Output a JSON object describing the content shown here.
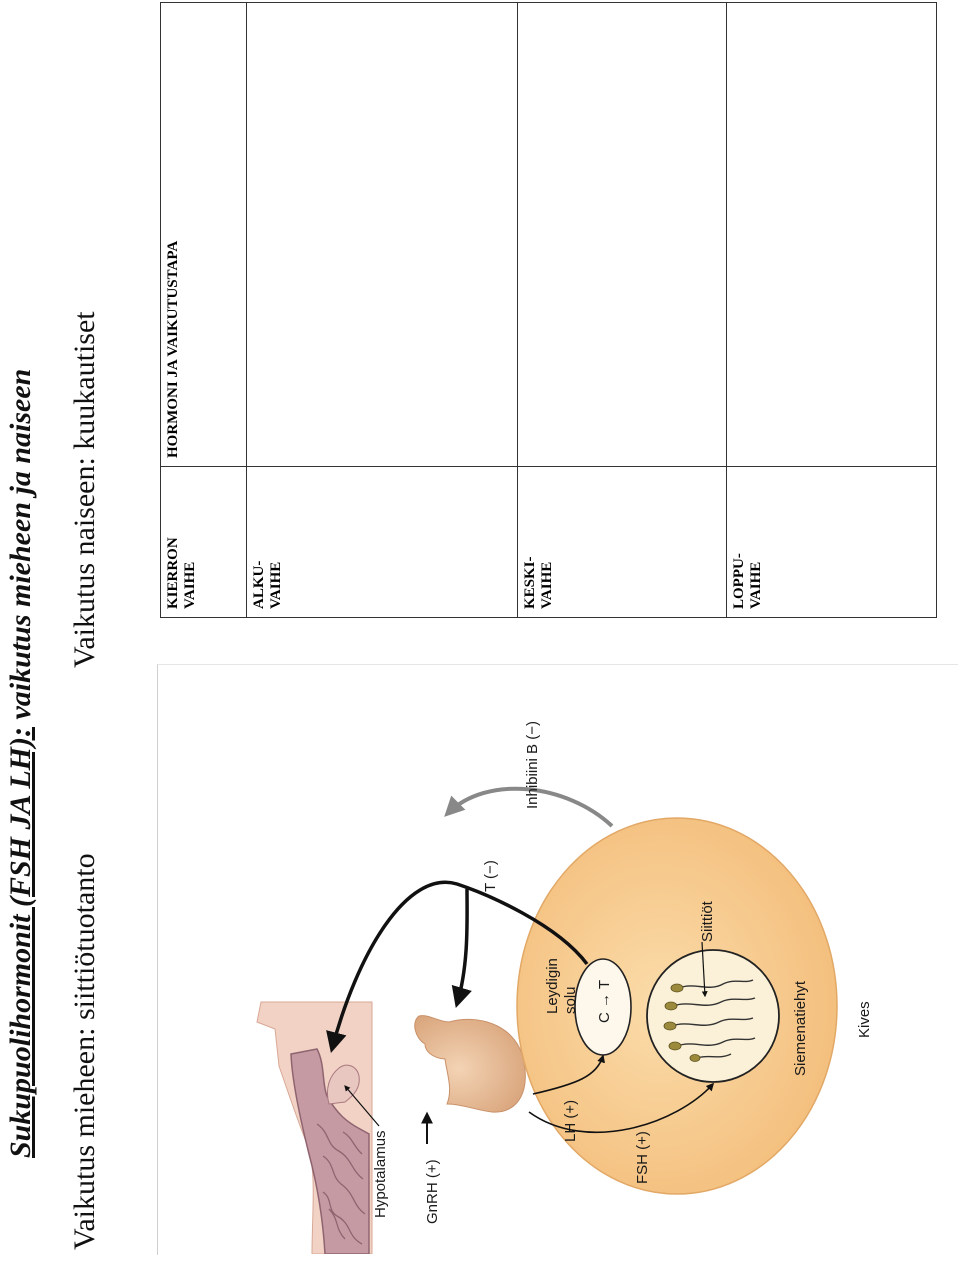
{
  "header": {
    "title_underlined": "Sukupuolihormonit (FSH JA LH):",
    "title_rest": " vaikutus mieheen ja naiseen",
    "effect_men": "Vaikutus mieheen: siittiötuotanto",
    "effect_women": "Vaikutus naiseen: kuukautiset"
  },
  "table": {
    "col1_header_line1": "KIERRON",
    "col1_header_line2": "VAIHE",
    "col2_header": "HORMONI JA VAIKUTUSTAPA",
    "rows": [
      {
        "line1": "ALKU-",
        "line2": "VAIHE",
        "content": ""
      },
      {
        "line1": "KESKI-",
        "line2": "VAIHE",
        "content": ""
      },
      {
        "line1": "LOPPU-",
        "line2": "VAIHE",
        "content": ""
      }
    ]
  },
  "figure": {
    "labels": {
      "hypothalamus": "Hypotalamus",
      "gnrh": "GnRH (+)",
      "lh": "LH (+)",
      "fsh": "FSH (+)",
      "t_minus": "T (−)",
      "inhibin": "Inhibiini B (−)",
      "leydig_line1": "Leydigin",
      "leydig_line2": "solu",
      "leydig_inner": "C → T",
      "sperm": "Siittiöt",
      "tubule": "Siemenatiehyt",
      "testis": "Kives"
    },
    "colors": {
      "testis_fill": "#f6c887",
      "brain_fill": "#c9a0a8",
      "head_fill": "#f1d2c4",
      "pituitary_fill": "#e6b58f",
      "inhibin_arrow": "#888888"
    }
  }
}
